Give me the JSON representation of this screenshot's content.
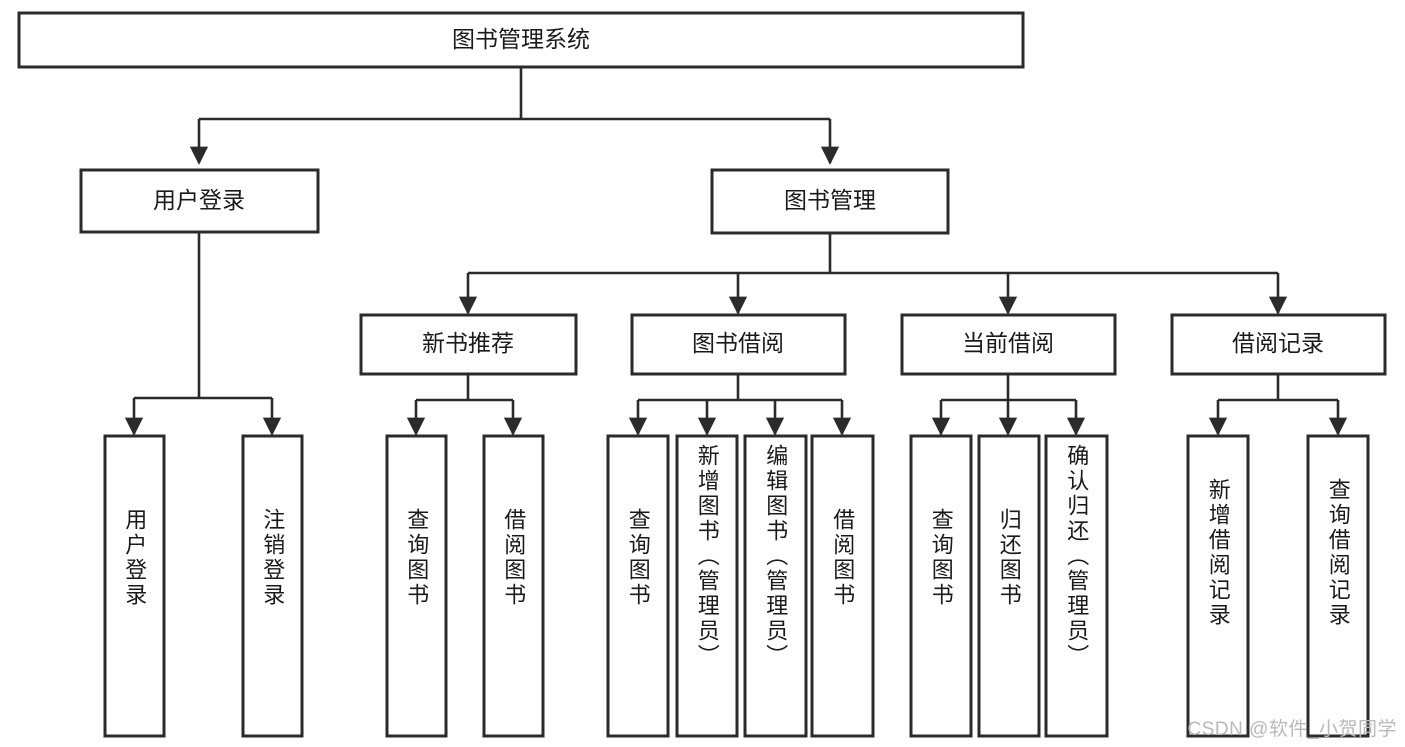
{
  "diagram": {
    "type": "hierarchy-tree",
    "title": "图书管理系统",
    "orientation": "top-down",
    "colors": {
      "box_stroke": "#2b2b2b",
      "box_fill": "#ffffff",
      "text": "#1a1a1a",
      "connector": "#2b2b2b",
      "watermark": "#b9b9b9"
    },
    "root": {
      "label": "图书管理系统"
    },
    "level2": [
      {
        "id": "user-login",
        "label": "用户登录"
      },
      {
        "id": "book-management",
        "label": "图书管理"
      }
    ],
    "level3": [
      {
        "id": "new-book-recommend",
        "label": "新书推荐",
        "parent": "book-management"
      },
      {
        "id": "book-borrow",
        "label": "图书借阅",
        "parent": "book-management"
      },
      {
        "id": "current-borrow",
        "label": "当前借阅",
        "parent": "book-management"
      },
      {
        "id": "borrow-record",
        "label": "借阅记录",
        "parent": "book-management"
      }
    ],
    "leaves": [
      {
        "id": "leaf-user-login",
        "label": "用户登录",
        "parent": "user-login"
      },
      {
        "id": "leaf-logout-login",
        "label": "注销登录",
        "parent": "user-login"
      },
      {
        "id": "leaf-query-book-1",
        "label": "查询图书",
        "parent": "new-book-recommend"
      },
      {
        "id": "leaf-borrow-book-1",
        "label": "借阅图书",
        "parent": "new-book-recommend"
      },
      {
        "id": "leaf-query-book-2",
        "label": "查询图书",
        "parent": "book-borrow"
      },
      {
        "id": "leaf-add-book",
        "label": "新增图书（管理员）",
        "parent": "book-borrow"
      },
      {
        "id": "leaf-edit-book",
        "label": "编辑图书（管理员）",
        "parent": "book-borrow"
      },
      {
        "id": "leaf-borrow-book-2",
        "label": "借阅图书",
        "parent": "book-borrow"
      },
      {
        "id": "leaf-query-book-3",
        "label": "查询图书",
        "parent": "current-borrow"
      },
      {
        "id": "leaf-return-book",
        "label": "归还图书",
        "parent": "current-borrow"
      },
      {
        "id": "leaf-confirm-return",
        "label": "确认归还（管理员）",
        "parent": "current-borrow"
      },
      {
        "id": "leaf-add-record",
        "label": "新增借阅记录",
        "parent": "borrow-record"
      },
      {
        "id": "leaf-query-record",
        "label": "查询借阅记录",
        "parent": "borrow-record"
      }
    ]
  },
  "watermark": {
    "text": "CSDN @软件_小贺同学"
  }
}
